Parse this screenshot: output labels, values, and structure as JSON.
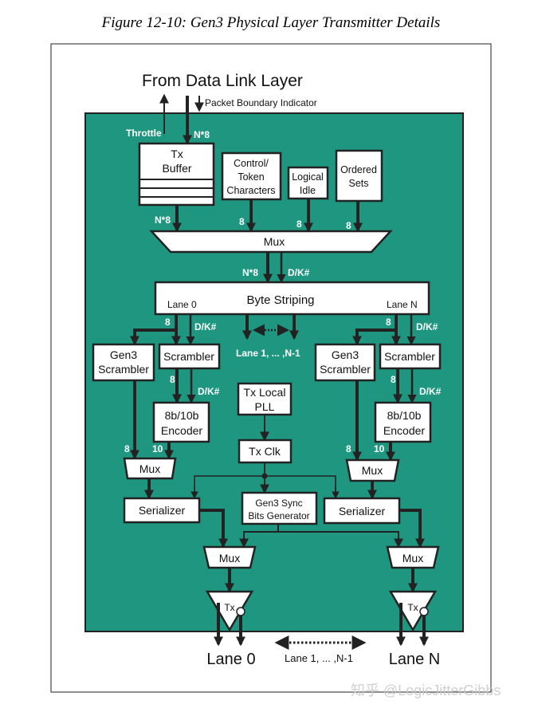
{
  "figure_title": "Figure 12-10: Gen3 Physical Layer Transmitter Details",
  "colors": {
    "block_background": "#1f9680",
    "box_fill": "#ffffff",
    "line": "#222222"
  },
  "top": {
    "source": "From Data Link Layer",
    "packet_boundary": "Packet Boundary Indicator",
    "throttle": "Throttle",
    "input_width": "N*8"
  },
  "sources": {
    "tx_buffer": [
      "Tx",
      "Buffer"
    ],
    "tx_buffer_out": "N*8",
    "control_token": [
      "Control/",
      "Token",
      "Characters"
    ],
    "control_width": "8",
    "logical_idle": [
      "Logical",
      "Idle"
    ],
    "idle_width": "8",
    "ordered_sets": [
      "Ordered",
      "Sets"
    ],
    "ordered_width": "8"
  },
  "mux_top": {
    "label": "Mux",
    "data_width": "N*8",
    "dk": "D/K#"
  },
  "byte_striping": {
    "label": "Byte Striping",
    "lane0": "Lane 0",
    "laneN": "Lane N",
    "middle_lanes": "Lane 1, ... ,N-1"
  },
  "lane": {
    "width8": "8",
    "width10": "10",
    "dk": "D/K#",
    "gen3_scrambler": [
      "Gen3",
      "Scrambler"
    ],
    "scrambler": "Scrambler",
    "encoder": [
      "8b/10b",
      "Encoder"
    ],
    "mux": "Mux",
    "serializer": "Serializer",
    "tx": "Tx"
  },
  "clock": {
    "pll": [
      "Tx Local",
      "PLL"
    ],
    "tx_clk": "Tx Clk",
    "sync_gen": [
      "Gen3 Sync",
      "Bits Generator"
    ]
  },
  "outputs": {
    "lane0": "Lane 0",
    "middle": "Lane 1, ... ,N-1",
    "laneN": "Lane N"
  },
  "watermark": "知乎 @LogicJitterGibbs"
}
